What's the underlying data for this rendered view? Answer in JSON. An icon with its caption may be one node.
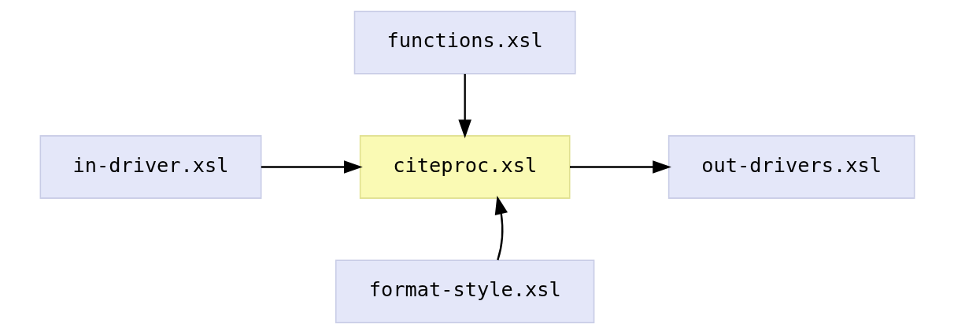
{
  "diagram": {
    "nodes": [
      {
        "text": [
          "functions.xsl"
        ]
      },
      {
        "text": [
          "in-driver.xsl"
        ]
      },
      {
        "text": [
          "citeproc.xsl"
        ]
      },
      {
        "text": [
          "out-drivers.xsl"
        ]
      },
      {
        "text": [
          "format-style.xsl"
        ]
      }
    ],
    "edges": [
      {
        "from": 0,
        "to": 2,
        "arrow": "to"
      },
      {
        "from": 1,
        "to": 2,
        "arrow": "to"
      },
      {
        "from": 2,
        "to": 3,
        "arrow": "to"
      },
      {
        "from": 4,
        "to": 2,
        "arrow": "to"
      }
    ]
  }
}
